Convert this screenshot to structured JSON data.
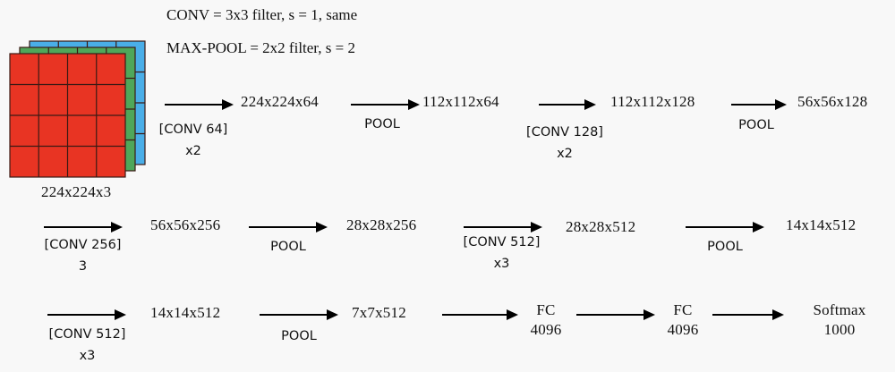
{
  "legend": {
    "conv": "CONV = 3x3 filter, s = 1, same",
    "pool": "MAX-POOL = 2x2 filter, s = 2"
  },
  "input_image": {
    "label": "224x224x3",
    "grid": [
      4,
      4
    ],
    "channels": [
      {
        "name": "blue",
        "color": "#4aaee8"
      },
      {
        "name": "green",
        "color": "#4fa75a"
      },
      {
        "name": "red",
        "color": "#e83423"
      }
    ],
    "grid_line_color": "#3a1a14"
  },
  "rows": [
    {
      "steps": [
        {
          "op": "[CONV 64]",
          "op_sub": "x2",
          "out": "224x224x64"
        },
        {
          "op": "POOL",
          "op_sub": "",
          "out": "112x112x64"
        },
        {
          "op": "[CONV 128]",
          "op_sub": "x2",
          "out": "112x112x128"
        },
        {
          "op": "POOL",
          "op_sub": "",
          "out": "56x56x128"
        }
      ]
    },
    {
      "steps": [
        {
          "op": "[CONV 256]",
          "op_sub": "3",
          "out": "56x56x256"
        },
        {
          "op": "POOL",
          "op_sub": "",
          "out": "28x28x256"
        },
        {
          "op": "[CONV 512]",
          "op_sub": "x3",
          "out": "28x28x512"
        },
        {
          "op": "POOL",
          "op_sub": "",
          "out": "14x14x512"
        }
      ]
    },
    {
      "steps": [
        {
          "op": "[CONV 512]",
          "op_sub": "x3",
          "out": "14x14x512"
        },
        {
          "op": "POOL",
          "op_sub": "",
          "out": "7x7x512"
        },
        {
          "op": "",
          "op_sub": "",
          "out": "FC",
          "out_sub": "4096"
        },
        {
          "op": "",
          "op_sub": "",
          "out": "FC",
          "out_sub": "4096"
        },
        {
          "op": "",
          "op_sub": "",
          "out": "Softmax",
          "out_sub": "1000"
        }
      ]
    }
  ]
}
